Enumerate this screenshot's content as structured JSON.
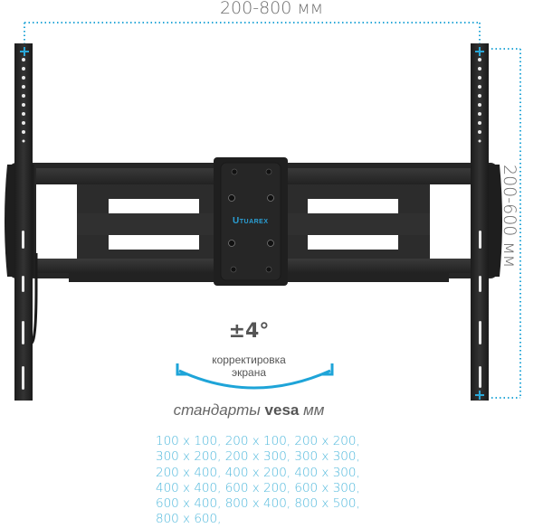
{
  "dimensions": {
    "width_label": "200-800 мм",
    "height_label": "200-600 мм"
  },
  "tilt": {
    "value": "±4°",
    "label_line1": "корректировка",
    "label_line2": "экрана"
  },
  "vesa": {
    "title_prefix": "стандарты ",
    "title_bold": "vesa",
    "title_suffix": " мм",
    "lines": [
      "100 x 100, 200 x 100, 200 x 200,",
      "300 x 200, 200 x 300, 300 x 300,",
      "200 x 400, 400 x 200, 400 x 300,",
      "400 x 400, 600 x 200, 600 x 300,",
      "600 x 400, 800 x 400, 800 x 500,",
      "800 x 600,"
    ]
  },
  "brand": {
    "name": "TUAREX"
  },
  "colors": {
    "accent": "#2aa8d8",
    "metal": "#2b2b2b",
    "text": "#6e6e6e"
  }
}
